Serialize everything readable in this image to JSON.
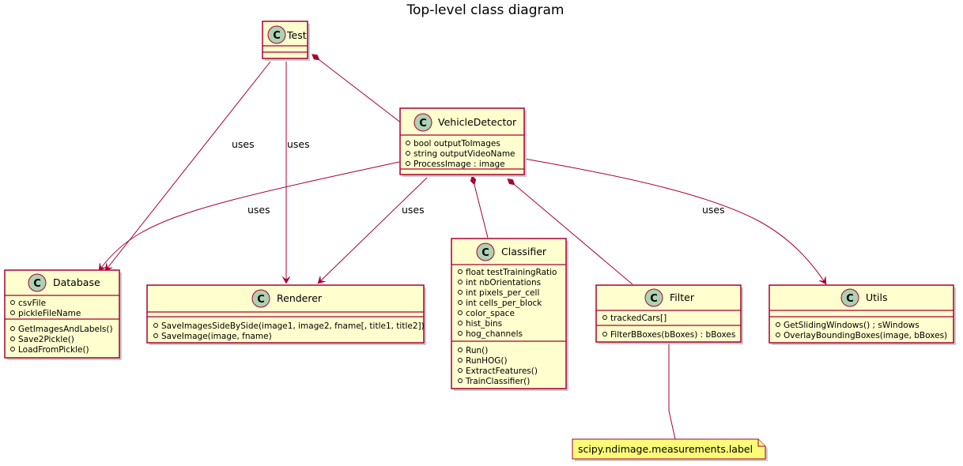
{
  "title": "Top-level class diagram",
  "colors": {
    "class_fill": "#FEFECE",
    "border": "#A80036",
    "circle": "#ADD1B2",
    "note_fill": "#FBFB77"
  },
  "classes": {
    "test": {
      "name": "Test",
      "fields": [],
      "methods": []
    },
    "vehicle": {
      "name": "VehicleDetector",
      "fields": [
        "bool outputToImages",
        "string outputVideoName",
        "ProcessImage : image"
      ],
      "methods": []
    },
    "database": {
      "name": "Database",
      "fields": [
        "csvFile",
        "pickleFileName"
      ],
      "methods": [
        "GetImagesAndLabels()",
        "Save2Pickle()",
        "LoadFromPickle()"
      ]
    },
    "renderer": {
      "name": "Renderer",
      "fields": [],
      "methods": [
        "SaveImagesSideBySide(image1, image2, fname[, title1, title2])",
        "SaveImage(image, fname)"
      ]
    },
    "classifier": {
      "name": "Classifier",
      "fields": [
        "float testTrainingRatio",
        "int nbOrientations",
        "int pixels_per_cell",
        "int cells_per_block",
        "color_space",
        "hist_bins",
        "hog_channels"
      ],
      "methods": [
        "Run()",
        "RunHOG()",
        "ExtractFeatures()",
        "TrainClassifier()"
      ]
    },
    "filter": {
      "name": "Filter",
      "fields": [
        "trackedCars[]"
      ],
      "methods": [
        "FilterBBoxes(bBoxes) : bBoxes"
      ]
    },
    "utils": {
      "name": "Utils",
      "fields": [],
      "methods": [
        "GetSlidingWindows() ; sWindows",
        "OverlayBoundingBoxes(image, bBoxes)"
      ]
    }
  },
  "note": {
    "text": "scipy.ndimage.measurements.label"
  },
  "edges": {
    "test_database": "uses",
    "test_renderer": "uses",
    "vehicle_database": "uses",
    "vehicle_renderer": "uses",
    "vehicle_utils": "uses"
  }
}
